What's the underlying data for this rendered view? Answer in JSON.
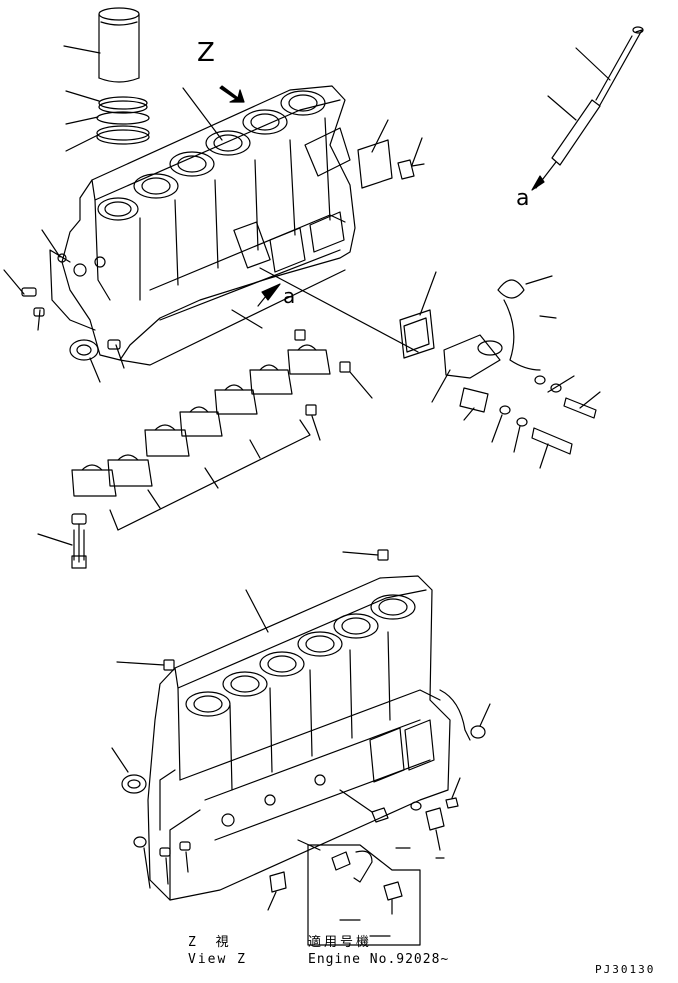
{
  "labels": {
    "view_marker": "Z",
    "ref_a_upper": "a",
    "ref_a_lower": "a",
    "view_title_jp": "Z 視",
    "view_title_en": "View Z",
    "applicable_jp": "適用号機",
    "applicable_en": "Engine No.92028~",
    "drawing_code": "PJ30130"
  },
  "colors": {
    "ink": "#000000",
    "paper": "#ffffff"
  }
}
